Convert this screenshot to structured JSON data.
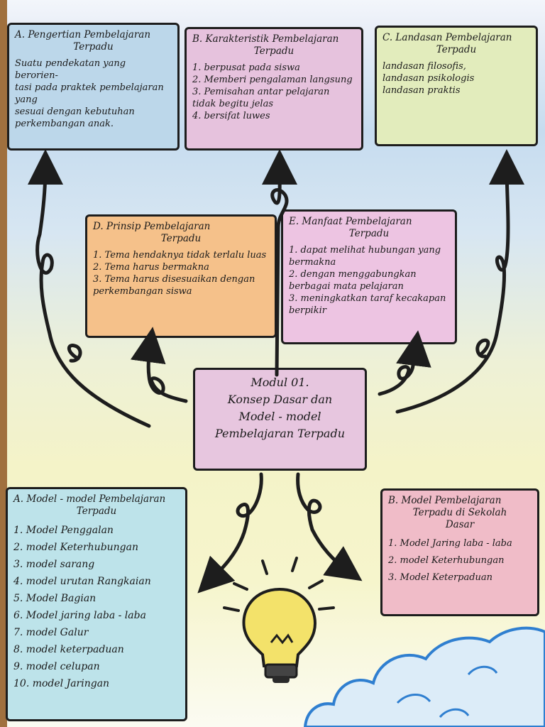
{
  "boxes": {
    "a1": {
      "title_line1": "A. Pengertian Pembelajaran",
      "title_line2": "Terpadu",
      "body": [
        "Suatu pendekatan yang berorien-",
        "tasi pada praktek pembelajaran yang",
        "sesuai dengan kebutuhan",
        "perkembangan anak."
      ]
    },
    "b1": {
      "title_line1": "B. Karakteristik Pembelajaran",
      "title_line2": "Terpadu",
      "items": [
        "1. berpusat pada siswa",
        "2. Memberi pengalaman langsung",
        "3. Pemisahan antar pelajaran tidak begitu jelas",
        "4. bersifat luwes"
      ]
    },
    "c1": {
      "title_line1": "C. Landasan Pembelajaran",
      "title_line2": "Terpadu",
      "items": [
        "landasan filosofis,",
        "landasan psikologis",
        "landasan praktis"
      ]
    },
    "d": {
      "title_line1": "D. Prinsip Pembelajaran",
      "title_line2": "Terpadu",
      "items": [
        "1. Tema hendaknya tidak terlalu luas",
        "2. Tema harus bermakna",
        "3. Tema harus disesuaikan dengan perkembangan siswa"
      ]
    },
    "e": {
      "title_line1": "E. Manfaat Pembelajaran",
      "title_line2": "Terpadu",
      "items": [
        "1. dapat melihat hubungan yang bermakna",
        "2. dengan menggabungkan berbagai mata pelajaran",
        "3. meningkatkan taraf kecakapan berpikir"
      ]
    },
    "mid": {
      "line1": "Modul 01.",
      "line2": "Konsep Dasar dan",
      "line3": "Model - model",
      "line4": "Pembelajaran Terpadu"
    },
    "a2": {
      "title_line1": "A. Model - model Pembelajaran",
      "title_line2": "Terpadu",
      "items": [
        "1. Model Penggalan",
        "2. model Keterhubungan",
        "3. model sarang",
        "4. model urutan Rangkaian",
        "5. Model Bagian",
        "6. Model jaring laba - laba",
        "7. model Galur",
        "8. model keterpaduan",
        "9. model celupan",
        "10. model Jaringan"
      ]
    },
    "b2": {
      "title_line1": "B. Model Pembelajaran",
      "title_line2": "Terpadu di Sekolah",
      "title_line3": "Dasar",
      "items": [
        "1. Model Jaring laba - laba",
        "2. model Keterhubungan",
        "3. Model Keterpaduan"
      ]
    }
  },
  "colors": {
    "box_a1": "#bcd7ea",
    "box_b1": "#e6c2dd",
    "box_c1": "#e2ecbc",
    "box_d": "#f5c18a",
    "box_e": "#edc4e2",
    "box_mid": "#e7c6df",
    "box_a2": "#bde3ea",
    "box_b2": "#f0bcc8",
    "bulb": "#f3e26a",
    "cloud": "#2f7fd0",
    "ink": "#1d1d1d"
  }
}
